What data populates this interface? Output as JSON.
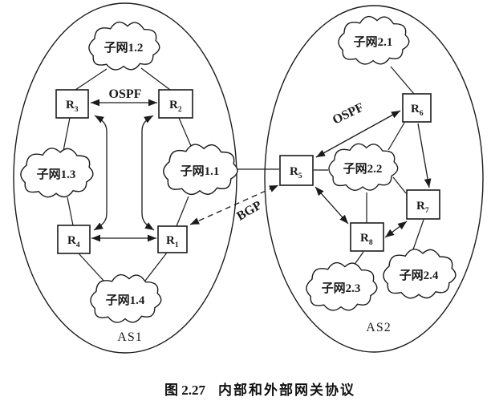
{
  "figure": {
    "caption_number": "图 2.27",
    "caption_title": "内部和外部网关协议"
  },
  "autonomous_systems": [
    {
      "label": "AS1"
    },
    {
      "label": "AS2"
    }
  ],
  "protocols": {
    "ospf_as1": "OSPF",
    "ospf_as2": "OSPF",
    "bgp": "BGP"
  },
  "subnets": {
    "s1_1": {
      "label": "子网1.1"
    },
    "s1_2": {
      "label": "子网1.2"
    },
    "s1_3": {
      "label": "子网1.3"
    },
    "s1_4": {
      "label": "子网1.4"
    },
    "s2_1": {
      "label": "子网2.1"
    },
    "s2_2": {
      "label": "子网2.2"
    },
    "s2_3": {
      "label": "子网2.3"
    },
    "s2_4": {
      "label": "子网2.4"
    }
  },
  "routers": {
    "r1": {
      "label": "R",
      "sub": "1"
    },
    "r2": {
      "label": "R",
      "sub": "2"
    },
    "r3": {
      "label": "R",
      "sub": "3"
    },
    "r4": {
      "label": "R",
      "sub": "4"
    },
    "r5": {
      "label": "R",
      "sub": "5"
    },
    "r6": {
      "label": "R",
      "sub": "6"
    },
    "r7": {
      "label": "R",
      "sub": "7"
    },
    "r8": {
      "label": "R",
      "sub": "8"
    }
  }
}
